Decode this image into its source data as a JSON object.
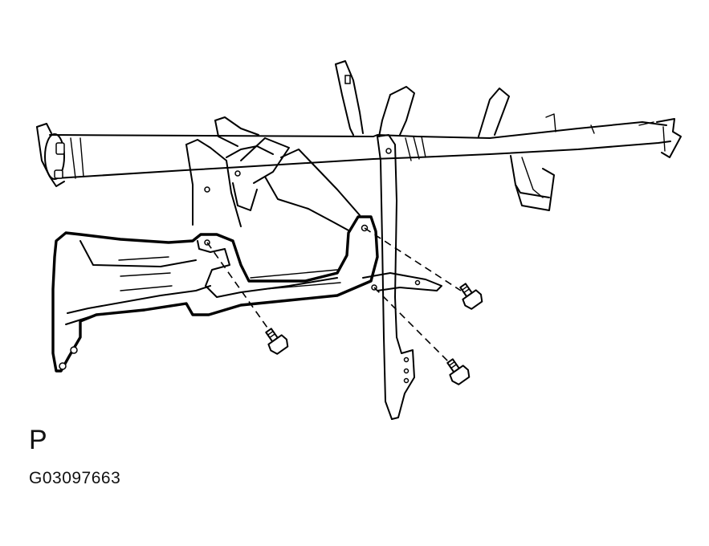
{
  "figure": {
    "view_label": "P",
    "illustration_code": "G03097663",
    "line_color": "#000000",
    "background_color": "#ffffff",
    "bolt_count": 3
  }
}
